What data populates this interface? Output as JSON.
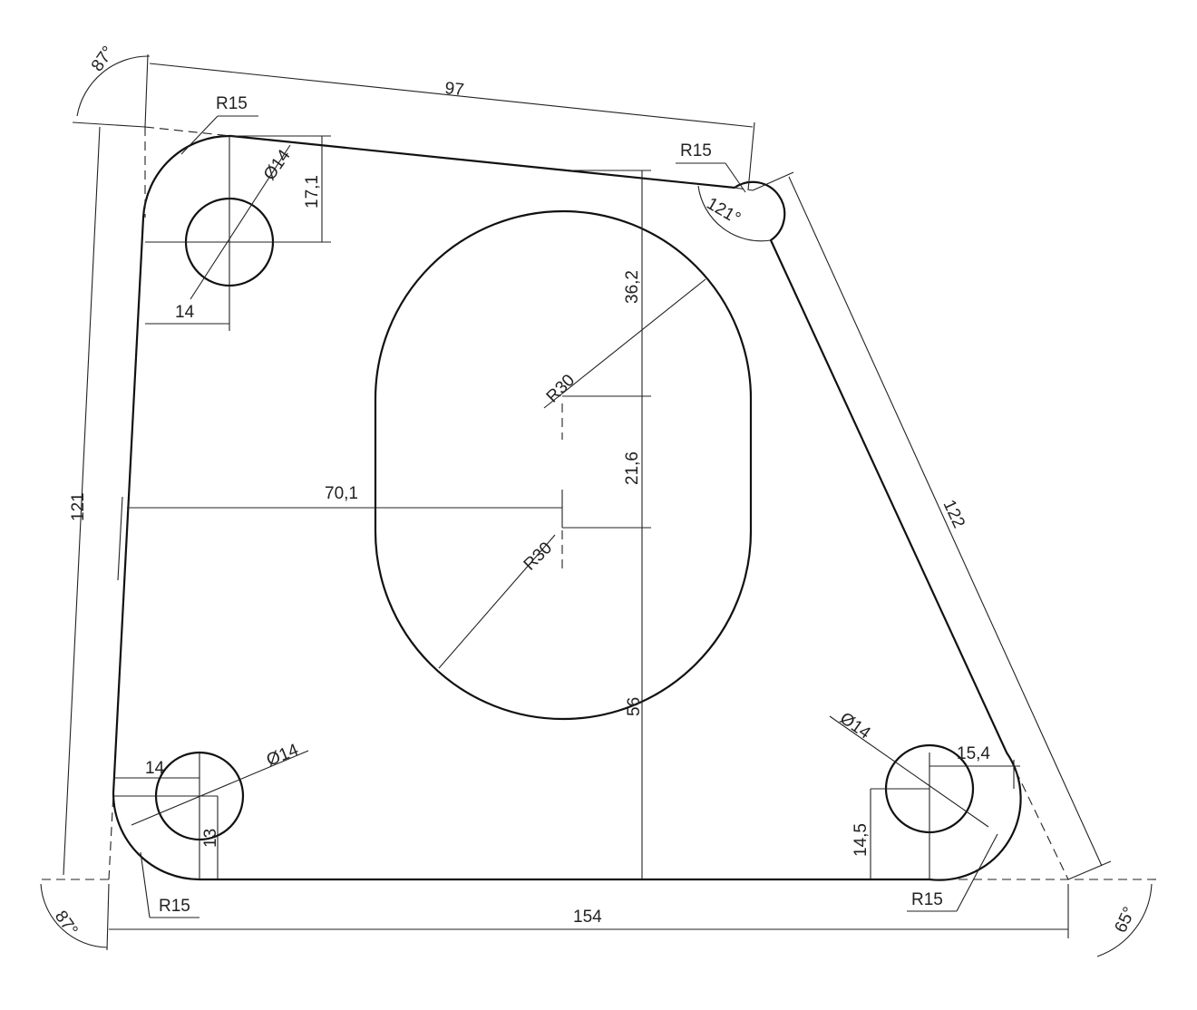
{
  "labels": {
    "angle_top_left": "87°",
    "top_edge": "97",
    "radius_top_left": "R15",
    "radius_top_right": "R15",
    "radius_bottom_left": "R15",
    "radius_bottom_right": "R15",
    "dia_top_left": "Ø14",
    "dia_bottom_left": "Ø14",
    "dia_bottom_right": "Ø14",
    "offset_17_1": "17,1",
    "offset_14_top": "14",
    "offset_14_bottom": "14",
    "left_edge": "121",
    "slot_top": "36,2",
    "slot_radius_top": "R30",
    "slot_radius_bottom": "R30",
    "slot_spacing": "21,6",
    "slot_x": "70,1",
    "slot_height": "56",
    "right_edge": "122",
    "angle_top_right": "121°",
    "offset_15_4": "15,4",
    "offset_14_5": "14,5",
    "offset_13": "13",
    "bottom_edge": "154",
    "angle_bottom_left": "87°",
    "angle_bottom_right": "65°"
  }
}
